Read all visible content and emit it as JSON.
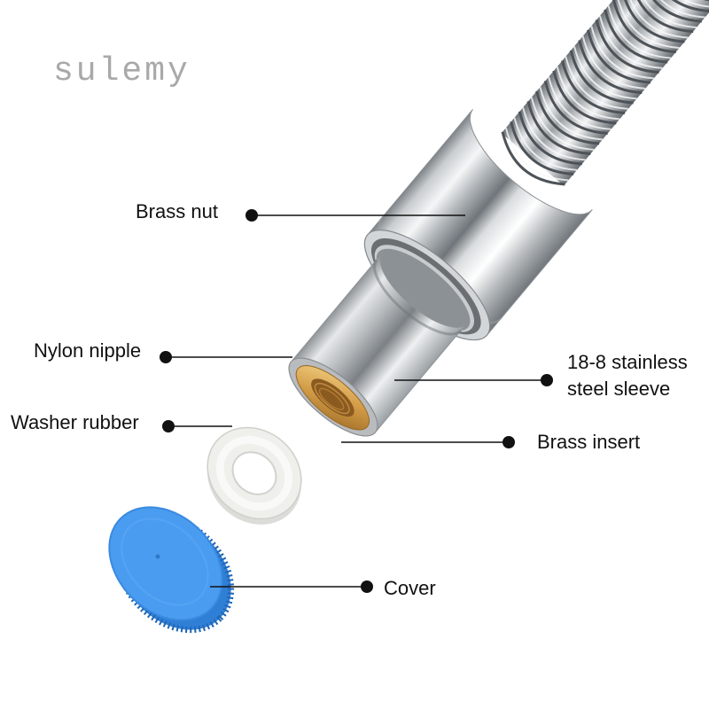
{
  "watermark": "sulemy",
  "labels": {
    "brass_nut": "Brass nut",
    "nylon_nipple": "Nylon nipple",
    "washer_rubber": "Washer rubber",
    "sleeve_line1": "18-8 stainless",
    "sleeve_line2": "steel sleeve",
    "brass_insert": "Brass insert",
    "cover": "Cover"
  },
  "colors": {
    "watermark": "#a9a9a9",
    "cover_face": "#4a9cf0",
    "cover_rim": "#2f7fd6",
    "washer": "#efefec",
    "nylon_ring": "#b9bcbf"
  }
}
